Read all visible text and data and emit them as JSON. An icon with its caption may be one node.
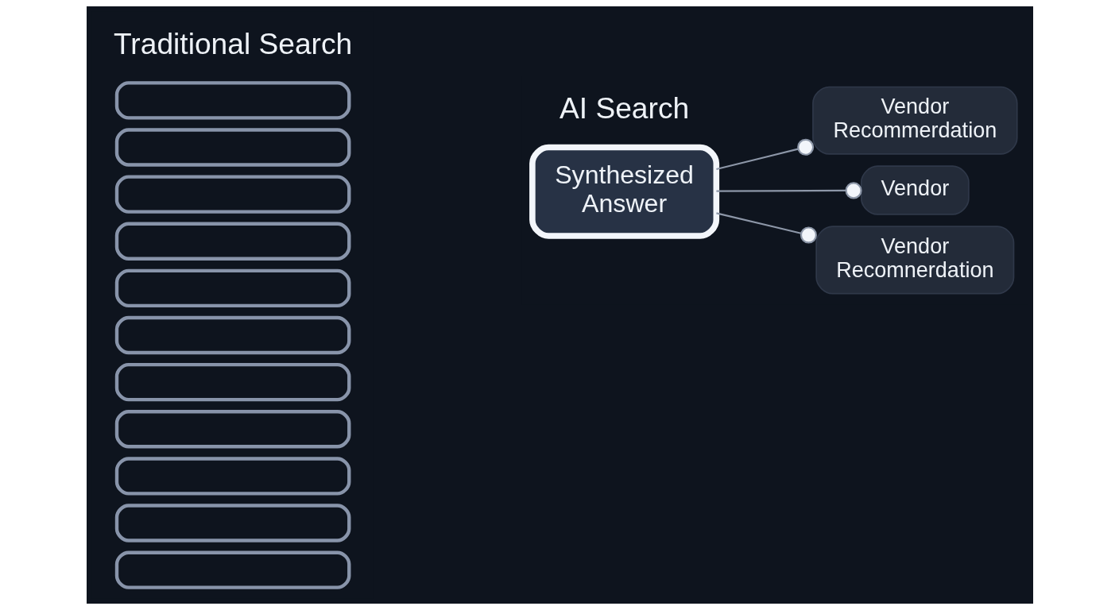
{
  "diagram": {
    "nodes": [
      {
        "text": [],
        "shape": "box"
      },
      {
        "text": [],
        "shape": "box"
      },
      {
        "text": [],
        "shape": "box"
      },
      {
        "text": [],
        "shape": "box"
      },
      {
        "text": [],
        "shape": "box"
      },
      {
        "text": [],
        "shape": "box"
      },
      {
        "text": [],
        "shape": "box"
      },
      {
        "text": [],
        "shape": "box"
      },
      {
        "text": [],
        "shape": "box"
      },
      {
        "text": [],
        "shape": "box"
      },
      {
        "text": [],
        "shape": "box"
      },
      {
        "text": [
          "Synthesized Answer"
        ]
      },
      {
        "text": [
          "Vendor Recomnerdation"
        ]
      },
      {
        "text": [
          "Vendor"
        ]
      },
      {
        "text": [
          "Vendor Recommerdation"
        ]
      }
    ],
    "edges": [
      {
        "from": 11,
        "to": 12,
        "arrow": "other"
      },
      {
        "from": 11,
        "to": 13,
        "arrow": "other"
      },
      {
        "from": 11,
        "to": 14,
        "arrow": "other"
      }
    ],
    "labels": [
      "Traditional Search",
      "AI Search"
    ]
  }
}
